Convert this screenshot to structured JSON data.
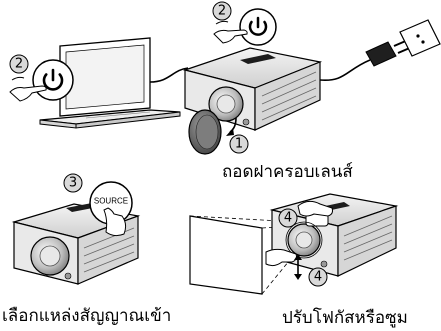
{
  "steps": {
    "power_laptop": "2",
    "power_projector": "2",
    "lens_cap": "1",
    "source": "3",
    "zoom_ring": "4",
    "focus_ring": "4"
  },
  "buttons": {
    "source_label": "SOURCE"
  },
  "captions": {
    "remove_lens_cap": "ถอดฝาครอบเลนส์",
    "select_source": "เลือกแหล่งสัญญาณเข้า",
    "adjust_focus_zoom": "ปรับโฟกัสหรือซูม"
  },
  "icons": [
    "power-icon",
    "laptop-icon",
    "projector-icon",
    "power-plug-icon",
    "lens-cap-icon",
    "hand-icon",
    "screen-icon"
  ]
}
